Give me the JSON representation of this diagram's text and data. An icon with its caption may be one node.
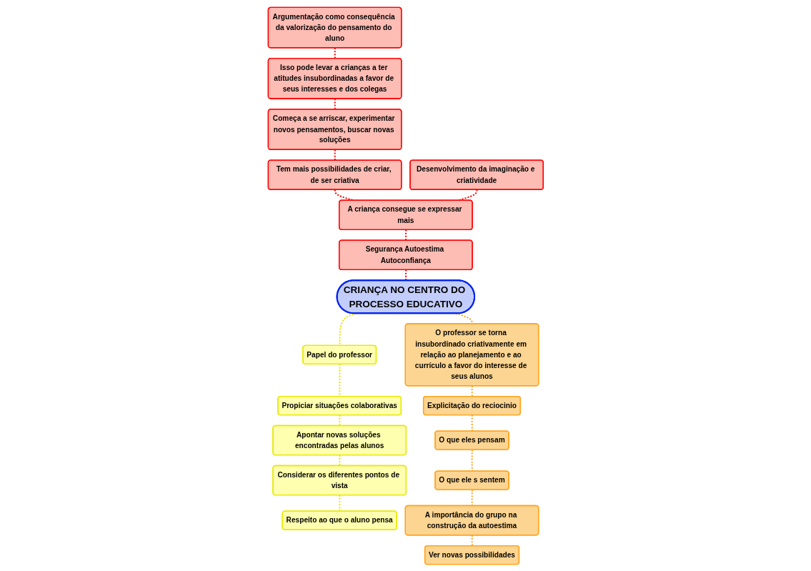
{
  "diagram": {
    "nodes": [
      {
        "text": [
          "Tem mais possibilidades de criar, de ser criativa"
        ]
      },
      {
        "text": [
          "Desenvolvimento da imaginação e criatividade"
        ]
      },
      {
        "text": [
          "Começa a se arriscar, experimentar novos pensamentos, buscar novas soluções"
        ]
      },
      {
        "text": [
          "Isso pode levar a crianças a ter atitudes insubordinadas a favor de seus interesses e dos colegas"
        ]
      },
      {
        "text": [
          "A criança consegue se expressar mais"
        ]
      },
      {
        "text": [
          "Segurança Autoestima Autoconfiança"
        ]
      },
      {
        "text": [
          "Argumentação como consequência da valorização do pensamento do aluno"
        ]
      },
      {
        "text": [
          "O professor se torna insubordinado criativamente em relação ao planejamento e ao currículo a favor do interesse de seus alunos"
        ]
      },
      {
        "text": [
          "CRIANÇA NO CENTRO DO PROCESSO EDUCATIVO"
        ]
      },
      {
        "text": [
          "Papel do professor"
        ]
      },
      {
        "text": [
          "Ver novas possibilidades"
        ]
      },
      {
        "text": [
          "Apontar novas soluções encontradas pelas alunos"
        ]
      },
      {
        "text": [
          "Propiciar situações colaborativas"
        ]
      },
      {
        "text": [
          "Explicitação do reciocinio"
        ]
      },
      {
        "text": [
          "O que eles pensam"
        ]
      },
      {
        "text": [
          "Considerar os diferentes pontos de vista"
        ]
      },
      {
        "text": [
          "Respeito ao que o aluno pensa"
        ]
      },
      {
        "text": [
          "A importância do grupo na construção da autoestima"
        ]
      },
      {
        "text": [
          "O que ele s sentem"
        ]
      }
    ],
    "edges": [
      {
        "from": 6,
        "to": 3,
        "arrow": "none",
        "style": "dashed",
        "color": "#ff0000"
      },
      {
        "from": 3,
        "to": 2,
        "arrow": "none",
        "style": "dashed",
        "color": "#ff0000"
      },
      {
        "from": 2,
        "to": 0,
        "arrow": "none",
        "style": "dashed",
        "color": "#ff0000"
      },
      {
        "from": 0,
        "to": 4,
        "arrow": "none",
        "style": "dashed",
        "color": "#ff0000"
      },
      {
        "from": 1,
        "to": 4,
        "arrow": "none",
        "style": "dashed",
        "color": "#ff0000"
      },
      {
        "from": 4,
        "to": 5,
        "arrow": "none",
        "style": "dashed",
        "color": "#ff0000"
      },
      {
        "from": 5,
        "to": 8,
        "arrow": "none",
        "style": "dashed",
        "color": "#ff0000"
      },
      {
        "from": 8,
        "to": 9,
        "arrow": "none",
        "style": "dashed",
        "color": "#e6e600"
      },
      {
        "from": 9,
        "to": 12,
        "arrow": "none",
        "style": "dashed",
        "color": "#e6e600"
      },
      {
        "from": 12,
        "to": 11,
        "arrow": "none",
        "style": "dashed",
        "color": "#e6e600"
      },
      {
        "from": 11,
        "to": 15,
        "arrow": "none",
        "style": "dashed",
        "color": "#e6e600"
      },
      {
        "from": 15,
        "to": 16,
        "arrow": "none",
        "style": "dashed",
        "color": "#e6e600"
      },
      {
        "from": 8,
        "to": 7,
        "arrow": "none",
        "style": "dashed",
        "color": "#ffa31a"
      },
      {
        "from": 7,
        "to": 13,
        "arrow": "none",
        "style": "dashed",
        "color": "#ffa31a"
      },
      {
        "from": 13,
        "to": 14,
        "arrow": "none",
        "style": "dashed",
        "color": "#ffa31a"
      },
      {
        "from": 14,
        "to": 18,
        "arrow": "none",
        "style": "dashed",
        "color": "#ffa31a"
      },
      {
        "from": 18,
        "to": 17,
        "arrow": "none",
        "style": "dashed",
        "color": "#ffa31a"
      },
      {
        "from": 17,
        "to": 10,
        "arrow": "none",
        "style": "dashed",
        "color": "#ffa31a"
      }
    ]
  }
}
